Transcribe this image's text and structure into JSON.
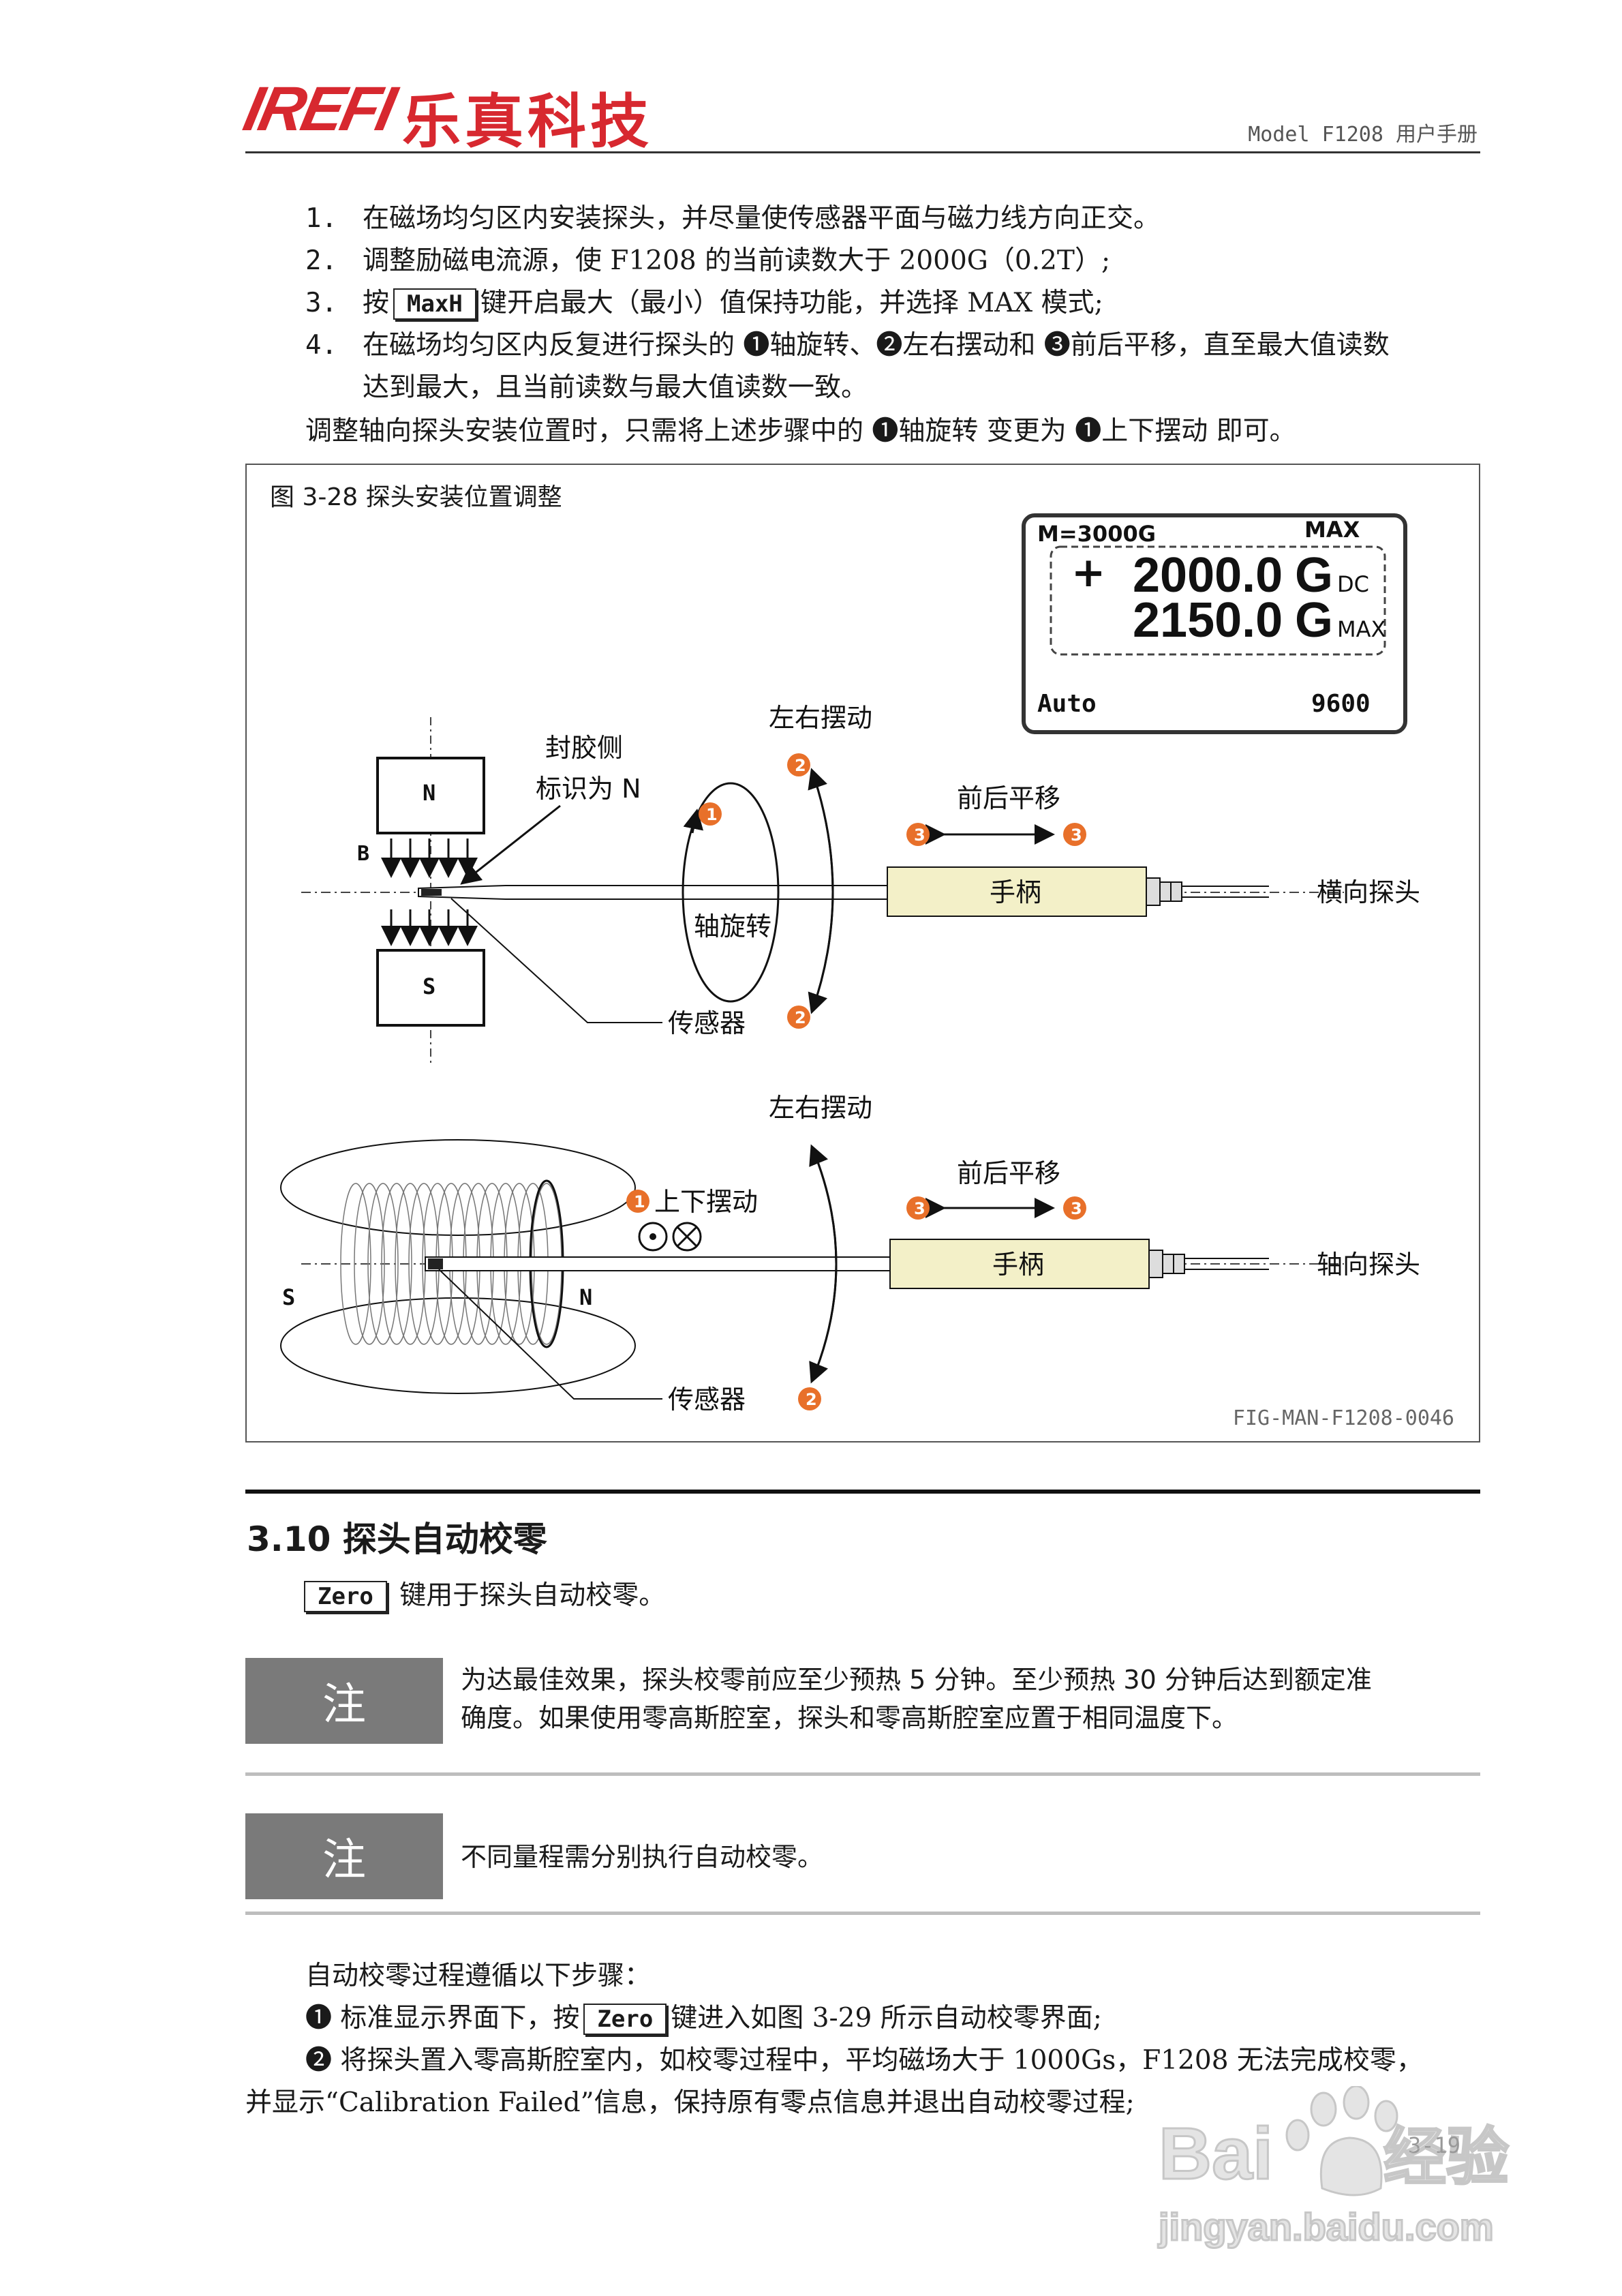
{
  "header": {
    "logo_brand": "IREFI",
    "logo_cn": "乐真科技",
    "model": "Model F1208 用户手册"
  },
  "steps": [
    {
      "num": "1.",
      "text": "在磁场均匀区内安装探头，并尽量使传感器平面与磁力线方向正交。"
    },
    {
      "num": "2.",
      "text": "调整励磁电流源，使 F1208 的当前读数大于 2000G（0.2T）;"
    },
    {
      "num": "3.",
      "pre": "按",
      "key": "MaxH",
      "post": "键开启最大（最小）值保持功能，并选择 MAX 模式;"
    },
    {
      "num": "4.",
      "text": "在磁场均匀区内反复进行探头的 ❶轴旋转、❷左右摆动和 ❸前后平移，直至最大值读数",
      "text2": "达到最大，且当前读数与最大值读数一致。"
    }
  ],
  "step_note": "调整轴向探头安装位置时，只需将上述步骤中的 ❶轴旋转 变更为 ❶上下摆动 即可。",
  "figure": {
    "caption": "图 3-28 探头安装位置调整",
    "id": "FIG-MAN-F1208-0046",
    "display": {
      "range": "M=3000G",
      "mode": "MAX",
      "sign": "+",
      "value1": "2000.0",
      "unit1": "G",
      "tag1": "DC",
      "value2": "2150.0",
      "unit2": "G",
      "tag2": "MAX",
      "footer_left": "Auto",
      "footer_right": "9600"
    },
    "top": {
      "pole_n": "N",
      "pole_s": "S",
      "field_b": "B",
      "seal_label_1": "封胶侧",
      "seal_label_2": "标识为 N",
      "swing_label": "左右摆动",
      "translate_label": "前后平移",
      "rotate_label": "轴旋转",
      "handle": "手柄",
      "sensor": "传感器",
      "probe_type": "横向探头",
      "n1": "1",
      "n2": "2",
      "n3": "3"
    },
    "bottom": {
      "pole_s": "S",
      "pole_n": "N",
      "updown_label": "上下摆动",
      "swing_label": "左右摆动",
      "translate_label": "前后平移",
      "handle": "手柄",
      "sensor": "传感器",
      "probe_type": "轴向探头",
      "n1": "1",
      "n2": "2",
      "n3": "3"
    }
  },
  "section": {
    "title": "3.10  探头自动校零",
    "zero_key": "Zero",
    "zero_desc": "键用于探头自动校零。"
  },
  "notes": [
    {
      "label": "注",
      "line1": "为达最佳效果，探头校零前应至少预热 5 分钟。至少预热 30 分钟后达到额定准",
      "line2": "确度。如果使用零高斯腔室，探头和零高斯腔室应置于相同温度下。"
    },
    {
      "label": "注",
      "line1": "不同量程需分别执行自动校零。"
    }
  ],
  "procedure": {
    "intro": "自动校零过程遵循以下步骤：",
    "s1_pre": "❶ 标准显示界面下，按",
    "s1_key": "Zero",
    "s1_post": "键进入如图 3-29 所示自动校零界面;",
    "s2_line1": "❷ 将探头置入零高斯腔室内，如校零过程中，平均磁场大于 1000Gs，F1208 无法完成校零，",
    "s2_line2": "并显示“Calibration Failed”信息，保持原有零点信息并退出自动校零过程;"
  },
  "watermark": {
    "brand": "Baidu",
    "cn": "经验",
    "url": "jingyan.baidu.com",
    "page": "3-19"
  },
  "colors": {
    "brand_red": "#d7282f",
    "marker_orange": "#e8702a",
    "handle_fill": "#f3f0c8",
    "note_gray": "#7a7a7a"
  }
}
